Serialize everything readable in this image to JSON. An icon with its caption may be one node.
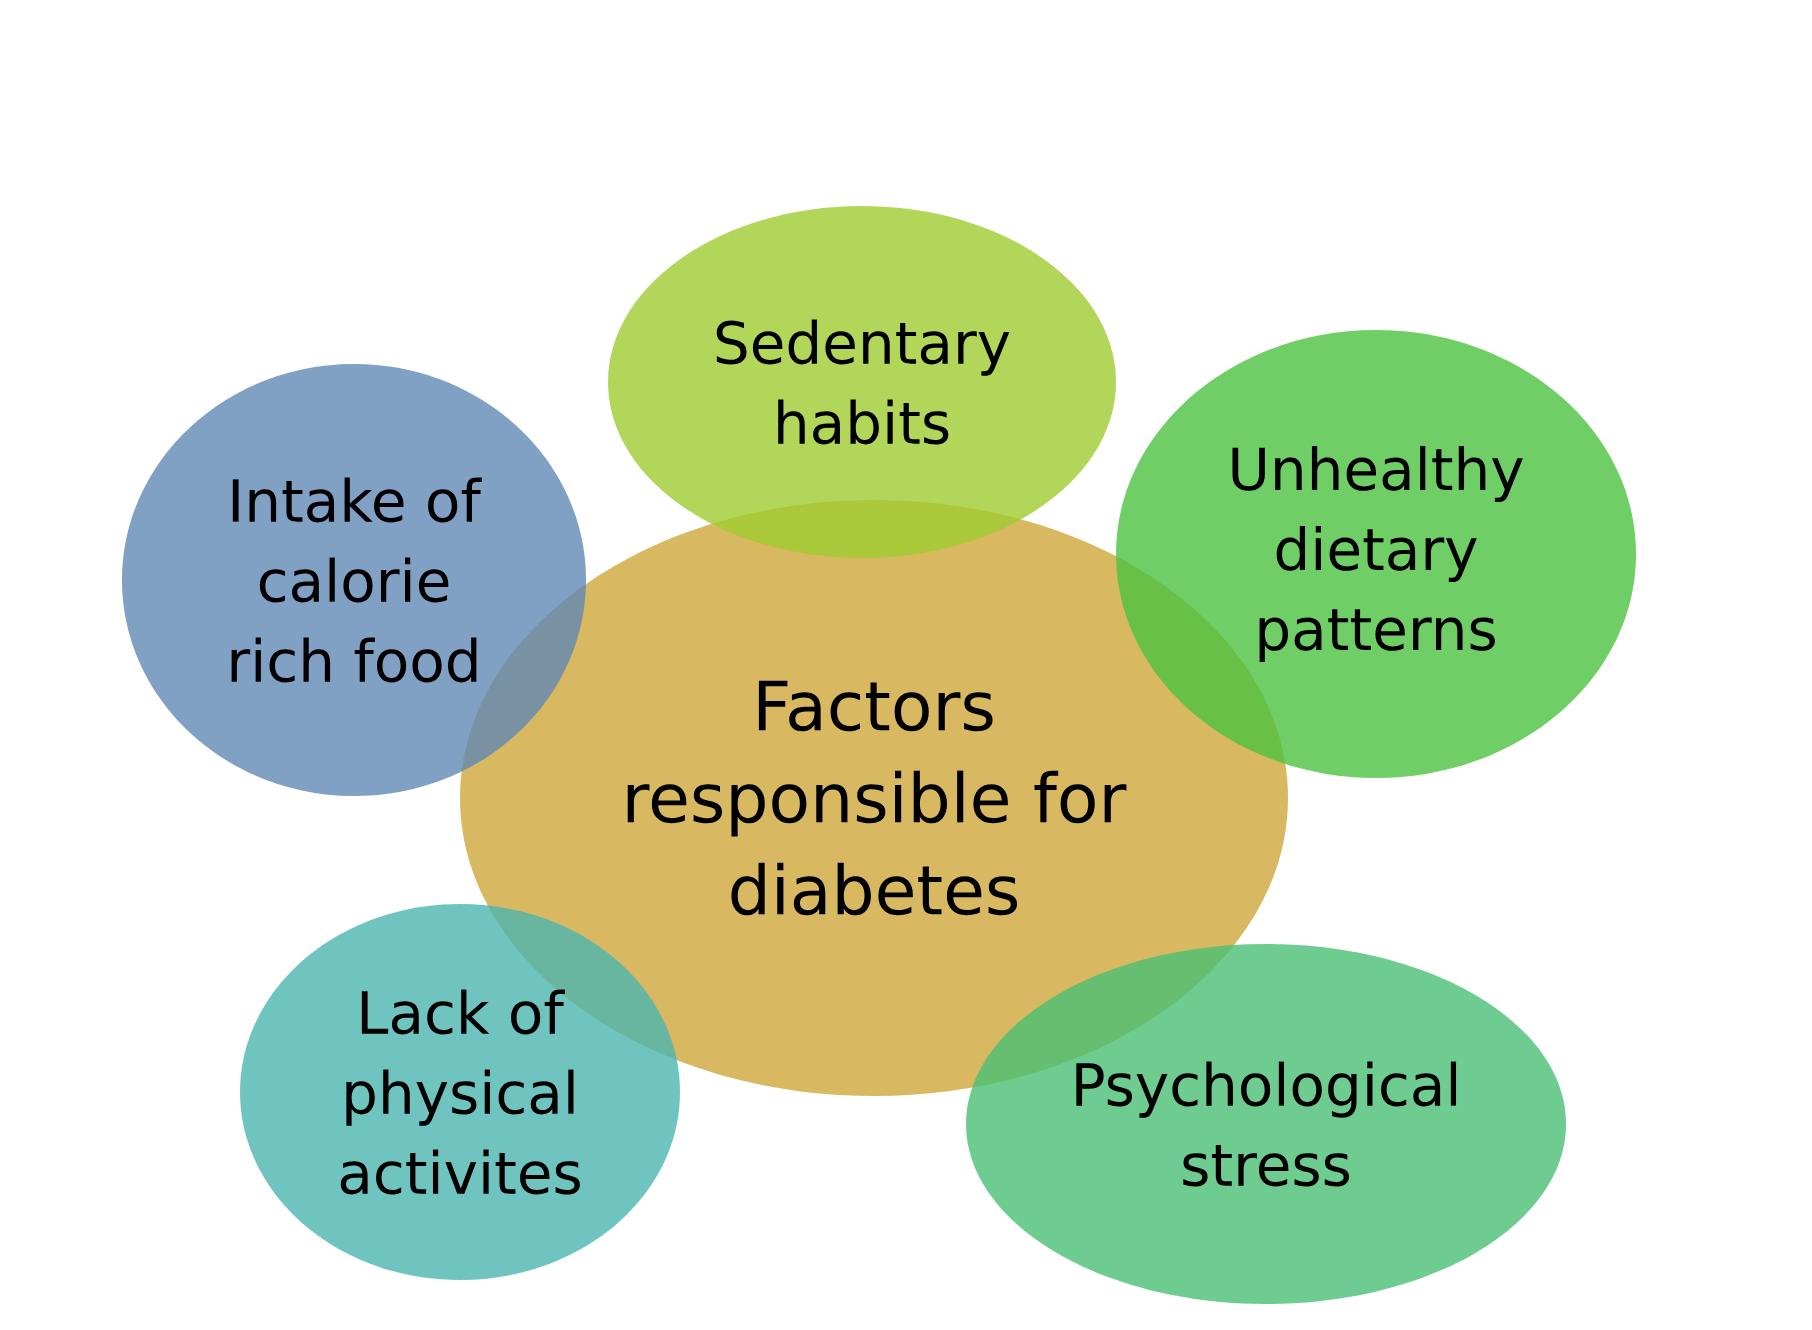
{
  "diagram": {
    "nodes": [
      {
        "text": [
          "Sedentary habits"
        ]
      },
      {
        "text": [
          "Intake of calorie rich food"
        ]
      },
      {
        "text": [
          "Unhealthy dietary patterns"
        ]
      },
      {
        "text": [
          "Factors responsible for diabetes"
        ]
      },
      {
        "text": [
          "Lack of physical activites"
        ]
      },
      {
        "text": [
          "Psychological stress"
        ]
      }
    ]
  }
}
